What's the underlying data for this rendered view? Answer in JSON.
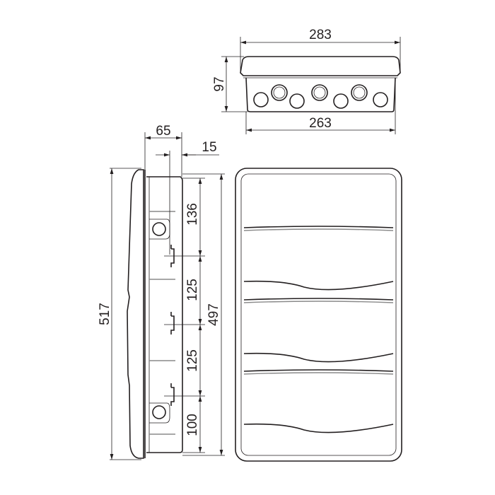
{
  "drawing": {
    "top_view": {
      "lid_width": "283",
      "box_width": "263",
      "depth": "97"
    },
    "side_view": {
      "total_depth": "65",
      "rail_offset": "15",
      "total_height": "517",
      "box_height": "497",
      "segments": [
        "136",
        "125",
        "125",
        "100"
      ]
    },
    "line_color": "#231f20"
  }
}
